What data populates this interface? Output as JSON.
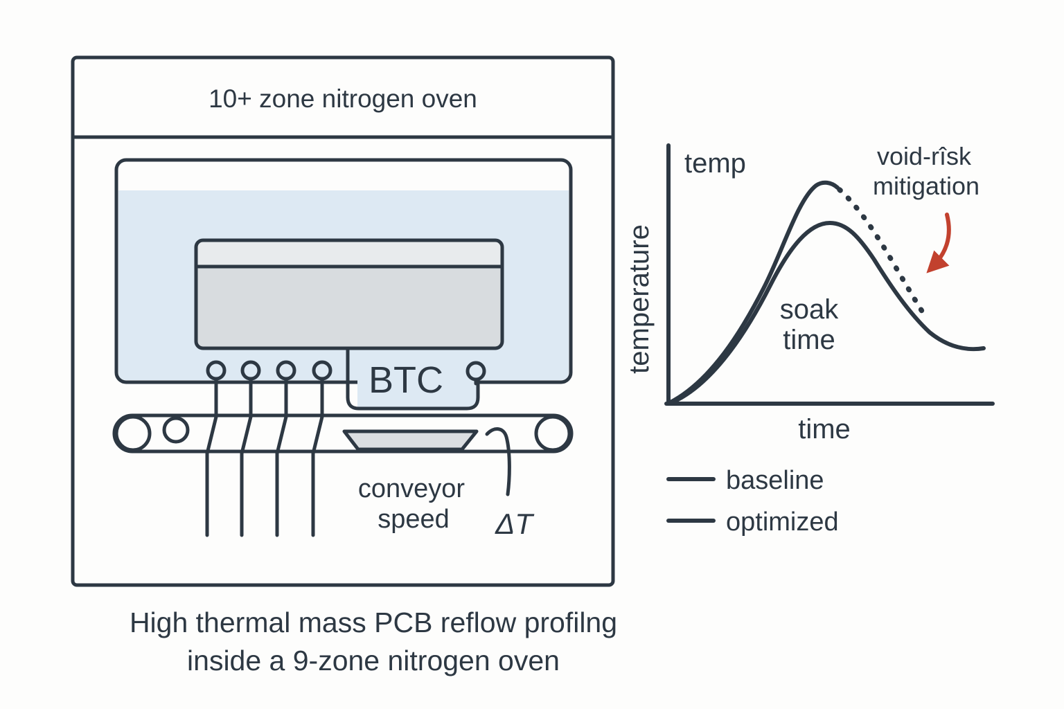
{
  "colors": {
    "ink": "#2d3843",
    "accent_red": "#c2412e",
    "chamber_blue": "#dde9f3",
    "pcb_top_gray": "#e8ebed",
    "pcb_body_gray": "#d8dcdf",
    "board_gray": "#dbdee1",
    "background": "#fdfdfc"
  },
  "oven_panel": {
    "title": "10+ zone nitrogen oven",
    "btc_label": "BTC",
    "conveyor_label_line1": "conveyor",
    "conveyor_label_line2": "speed",
    "delta_t_label": "ΔT"
  },
  "chart_panel": {
    "temp_label": "temp",
    "y_axis_label": "temperature",
    "x_axis_label": "time",
    "soak_label_line1": "soak",
    "soak_label_line2": "time",
    "annotation_line1": "void-rîsk",
    "annotation_line2": "mitigation",
    "legend": [
      {
        "label": "baseline"
      },
      {
        "label": "optimized"
      }
    ]
  },
  "caption": {
    "line1": "High thermal mass PCB reflow profilng",
    "line2": "inside a 9-zone nitrogen oven"
  },
  "chart_data": {
    "type": "line",
    "title": "",
    "xlabel": "time",
    "ylabel": "temperature",
    "axes_numeric": false,
    "grid": false,
    "legend_position": "below-left",
    "series": [
      {
        "name": "baseline",
        "style": "solid rise, dotted descent after peak (void-risk mitigation zone)",
        "x": [
          0,
          1,
          2,
          3,
          4,
          5,
          5.5,
          6,
          7,
          8
        ],
        "y": [
          0,
          12,
          30,
          55,
          78,
          96,
          100,
          92,
          72,
          52
        ]
      },
      {
        "name": "optimized",
        "style": "solid",
        "x": [
          0,
          1,
          2,
          3,
          4,
          5,
          5.5,
          6,
          7,
          8,
          9,
          10
        ],
        "y": [
          0,
          10,
          26,
          48,
          68,
          80,
          86,
          84,
          68,
          50,
          36,
          28
        ]
      }
    ],
    "annotations": [
      "soak time",
      "void-rîsk mitigation"
    ]
  }
}
